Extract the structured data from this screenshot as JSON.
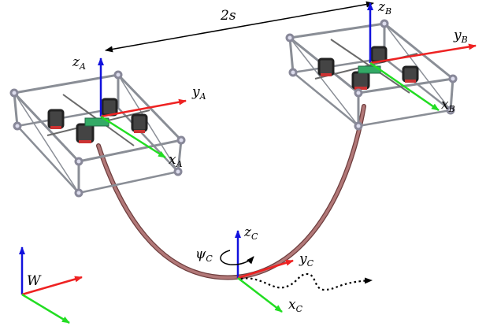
{
  "labels": {
    "separation": "2s",
    "frame_A": {
      "x": "x",
      "y": "y",
      "z": "z",
      "sub": "A"
    },
    "frame_B": {
      "x": "x",
      "y": "y",
      "z": "z",
      "sub": "B"
    },
    "frame_C": {
      "x": "x",
      "y": "y",
      "z": "z",
      "sub": "C"
    },
    "yaw": {
      "symbol": "ψ",
      "sub": "C"
    },
    "world": "W"
  },
  "colors": {
    "x_axis": "#22dd22",
    "y_axis": "#ee2222",
    "z_axis": "#1111dd",
    "cable": "#a06565",
    "frame_struct": "#8a8e96",
    "motor": "#444444"
  }
}
